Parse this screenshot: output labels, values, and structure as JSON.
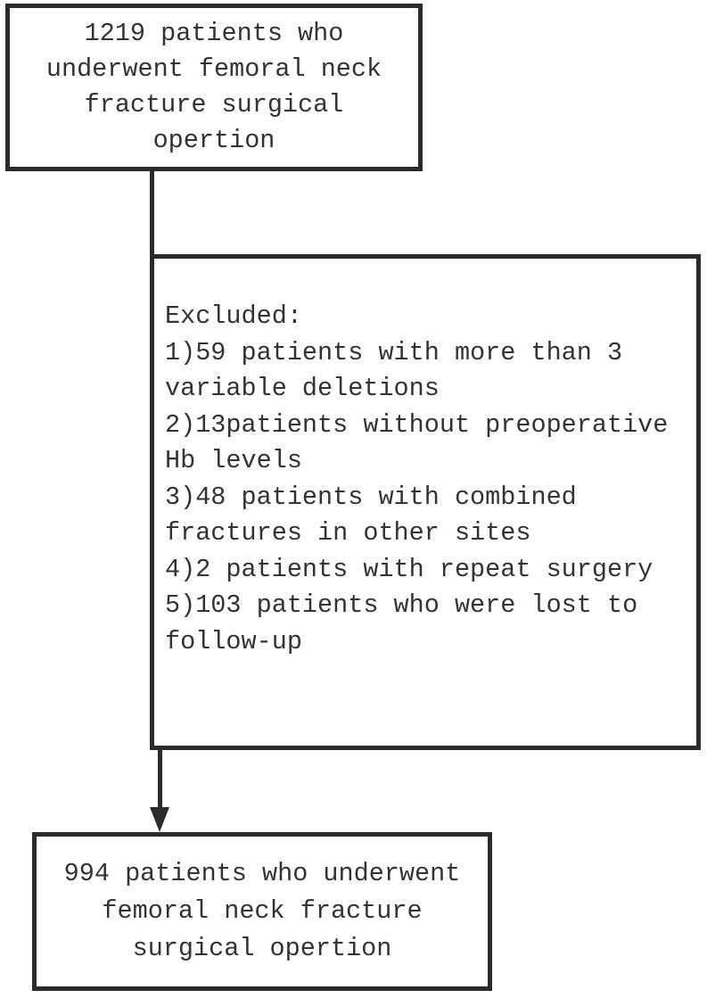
{
  "flowchart": {
    "boxes": {
      "initial": {
        "text": "1219 patients who underwent femoral neck fracture surgical opertion",
        "count": "1219",
        "lines": [
          "1219 patients who",
          "underwent femoral neck",
          "fracture surgical",
          "opertion"
        ]
      },
      "excluded": {
        "title": "Excluded:",
        "text": "Excluded: 1)59 patients with more than 3 variable deletions 2)13patients without preoperative Hb levels 3)48 patients with combined fractures in other sites 4)2 patients with repeat surgery 5)103 patients who were lost to follow-up",
        "lines": [
          "Excluded:",
          "1)59 patients with more than 3",
          "variable deletions",
          "2)13patients without preoperative",
          "Hb levels",
          "3)48 patients with combined",
          "fractures in other sites",
          "4)2 patients with repeat surgery",
          "5)103 patients who were lost to",
          "follow-up"
        ]
      },
      "final": {
        "text": "994 patients who underwent femoral neck fracture surgical opertion",
        "count": "994",
        "lines": [
          "994 patients who underwent",
          "femoral neck fracture",
          "surgical opertion"
        ]
      }
    },
    "colors": {
      "line": "#2b2b2b",
      "text": "#333333",
      "background": "#ffffff"
    }
  }
}
